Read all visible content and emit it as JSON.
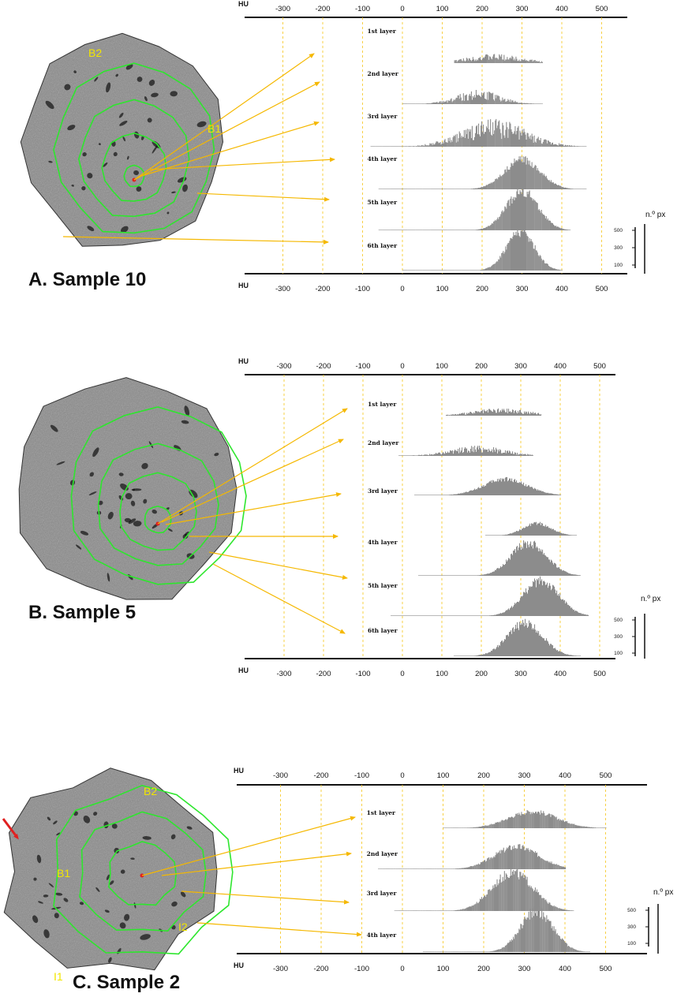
{
  "chart_data": [
    {
      "type": "histogram",
      "panel_label": "A. Sample 10",
      "axis_label": "HU",
      "x_ticks": [
        "-300",
        "-200",
        "-100",
        "0",
        "100",
        "200",
        "300",
        "400",
        "500"
      ],
      "y_scale_label": "n.º px",
      "y_scale_ticks": [
        "500",
        "300",
        "100"
      ],
      "region_labels": [
        "B2",
        "B1"
      ],
      "layers": [
        {
          "label": "1st layer",
          "min": 130,
          "max": 350,
          "peak": 230,
          "sd": 70,
          "height": 0.18,
          "noisy": true
        },
        {
          "label": "2nd layer",
          "min": 0,
          "max": 350,
          "peak": 190,
          "sd": 55,
          "height": 0.28,
          "noisy": true
        },
        {
          "label": "3rd layer",
          "min": -80,
          "max": 460,
          "peak": 230,
          "sd": 80,
          "height": 0.55,
          "noisy": true
        },
        {
          "label": "4th layer",
          "min": -60,
          "max": 460,
          "peak": 300,
          "sd": 45,
          "height": 0.72,
          "noisy": false
        },
        {
          "label": "5th layer",
          "min": -60,
          "max": 420,
          "peak": 300,
          "sd": 40,
          "height": 0.95,
          "noisy": false
        },
        {
          "label": "6th layer",
          "min": 0,
          "max": 400,
          "peak": 295,
          "sd": 35,
          "height": 0.95,
          "noisy": false
        }
      ]
    },
    {
      "type": "histogram",
      "panel_label": "B. Sample 5",
      "axis_label": "HU",
      "x_ticks": [
        "-300",
        "-200",
        "-100",
        "0",
        "100",
        "200",
        "300",
        "400",
        "500"
      ],
      "y_scale_label": "n.º px",
      "y_scale_ticks": [
        "500",
        "300",
        "100"
      ],
      "region_labels": [],
      "layers": [
        {
          "label": "1st layer",
          "min": 110,
          "max": 350,
          "peak": 250,
          "sd": 70,
          "height": 0.15,
          "noisy": true
        },
        {
          "label": "2nd layer",
          "min": -10,
          "max": 330,
          "peak": 190,
          "sd": 70,
          "height": 0.2,
          "noisy": true
        },
        {
          "label": "3rd layer",
          "min": 30,
          "max": 400,
          "peak": 260,
          "sd": 55,
          "height": 0.4,
          "noisy": false
        },
        {
          "label": "4th layer",
          "min": 210,
          "max": 440,
          "peak": 340,
          "sd": 35,
          "height": 0.3,
          "noisy": false
        },
        {
          "label": "5th layer",
          "min": 40,
          "max": 450,
          "peak": 320,
          "sd": 45,
          "height": 0.8,
          "noisy": false
        },
        {
          "label": "6th layer",
          "min": -30,
          "max": 470,
          "peak": 350,
          "sd": 45,
          "height": 0.85,
          "noisy": false
        },
        {
          "label": "",
          "min": 130,
          "max": 450,
          "peak": 310,
          "sd": 45,
          "height": 0.8,
          "noisy": false
        }
      ]
    },
    {
      "type": "histogram",
      "panel_label": "C. Sample 2",
      "axis_label": "HU",
      "x_ticks": [
        "-300",
        "-200",
        "-100",
        "0",
        "100",
        "200",
        "300",
        "400",
        "500"
      ],
      "y_scale_label": "n.º px",
      "y_scale_ticks": [
        "500",
        "300",
        "100"
      ],
      "region_labels": [
        "B2",
        "B1",
        "I2",
        "I1"
      ],
      "layers": [
        {
          "label": "1st layer",
          "min": 100,
          "max": 500,
          "peak": 320,
          "sd": 60,
          "height": 0.4,
          "noisy": false
        },
        {
          "label": "2nd layer",
          "min": -60,
          "max": 400,
          "peak": 280,
          "sd": 55,
          "height": 0.55,
          "noisy": false
        },
        {
          "label": "3rd layer",
          "min": -20,
          "max": 420,
          "peak": 270,
          "sd": 50,
          "height": 0.95,
          "noisy": false
        },
        {
          "label": "4th layer",
          "min": 50,
          "max": 460,
          "peak": 330,
          "sd": 40,
          "height": 1.0,
          "noisy": false
        }
      ]
    }
  ]
}
